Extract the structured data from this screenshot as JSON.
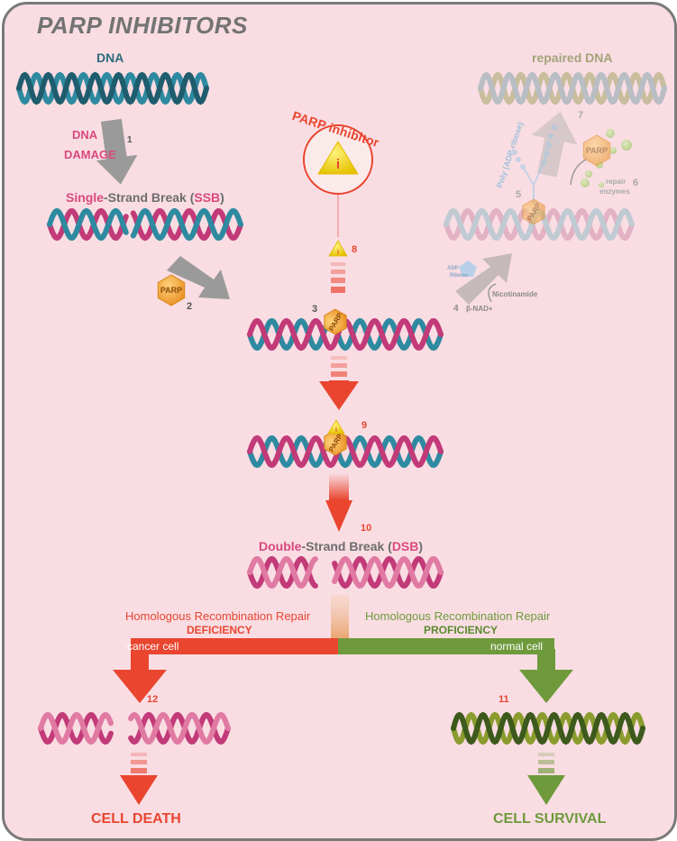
{
  "title": "PARP INHIBITORS",
  "labels": {
    "dna": "DNA",
    "dna_damage_1": "DNA",
    "dna_damage_2": "DAMAGE",
    "ssb_a": "Single",
    "ssb_b": "-Strand Break (",
    "ssb_c": "SSB",
    "ssb_d": ")",
    "repaired_dna": "repaired DNA",
    "parp_inhibitor": "PARP inhibitor",
    "poly_adp": "Poly (ADP-ribose)",
    "repair_enzymes_1": "repair",
    "repair_enzymes_2": "enzymes",
    "adp_ribose_1": "ADP",
    "adp_ribose_2": "Ribose",
    "nicotinamide": "Nicotinamide",
    "nad": "β-NAD+",
    "parp": "PARP",
    "inhibitor_glyph": "i",
    "dsb_a": "Double",
    "dsb_b": "-Strand Break (",
    "dsb_c": "DSB",
    "dsb_d": ")",
    "hrr_left_title": "Homologous Recombination Repair",
    "hrr_left_sub": "DEFICIENCY",
    "hrr_right_title": "Homologous Recombination Repair",
    "hrr_right_sub": "PROFICIENCY",
    "cancer_cell": "cancer cell",
    "normal_cell": "normal cell",
    "cell_death": "CELL DEATH",
    "cell_survival": "CELL SURVIVAL"
  },
  "steps": {
    "s1": "1",
    "s2": "2",
    "s3": "3",
    "s4": "4",
    "s5": "5",
    "s6": "6",
    "s7": "7",
    "s8": "8",
    "s9": "9",
    "s10": "10",
    "s11": "11",
    "s12": "12"
  },
  "colors": {
    "teal": "#2e8aa0",
    "magenta": "#c23a78",
    "olive": "#8a9c2d",
    "red_arrow": "#e9452f",
    "green_arrow": "#6e9a3c",
    "grey_arrow": "#9a9a9a",
    "parp_orange": "#f4a640",
    "inhibitor_yellow": "#f5d619"
  },
  "icons": [
    "dna-helix-icon",
    "parp-hexagon-icon",
    "inhibitor-triangle-icon",
    "arrow-icon",
    "enzyme-dot-icon",
    "adp-ribose-pentagon-icon"
  ]
}
